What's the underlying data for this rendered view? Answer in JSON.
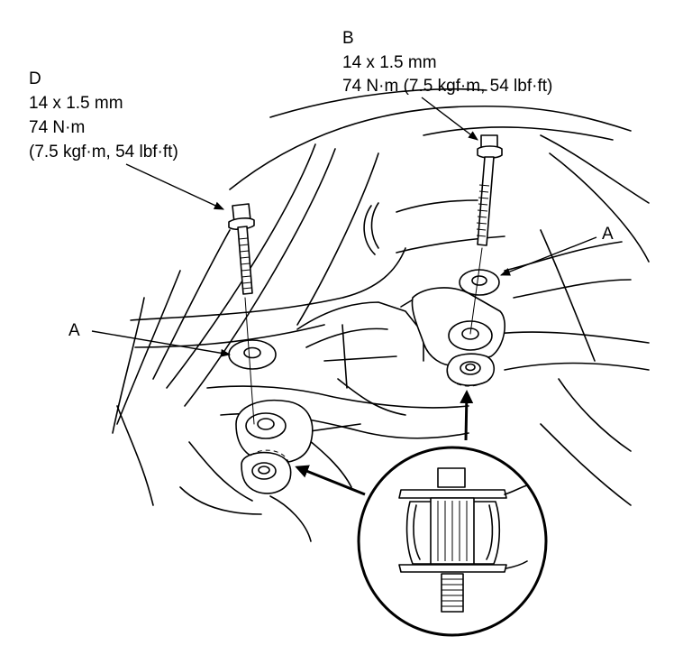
{
  "callouts": {
    "D": {
      "letter": "D",
      "size": "14 x 1.5 mm",
      "torque": "74 N·m",
      "torque_alt": "(7.5 kgf·m, 54 lbf·ft)"
    },
    "B": {
      "letter": "B",
      "size": "14 x 1.5 mm",
      "torque": "74 N·m (7.5 kgf·m, 54 lbf·ft)"
    },
    "A_right": {
      "letter": "A"
    },
    "A_left": {
      "letter": "A"
    }
  }
}
